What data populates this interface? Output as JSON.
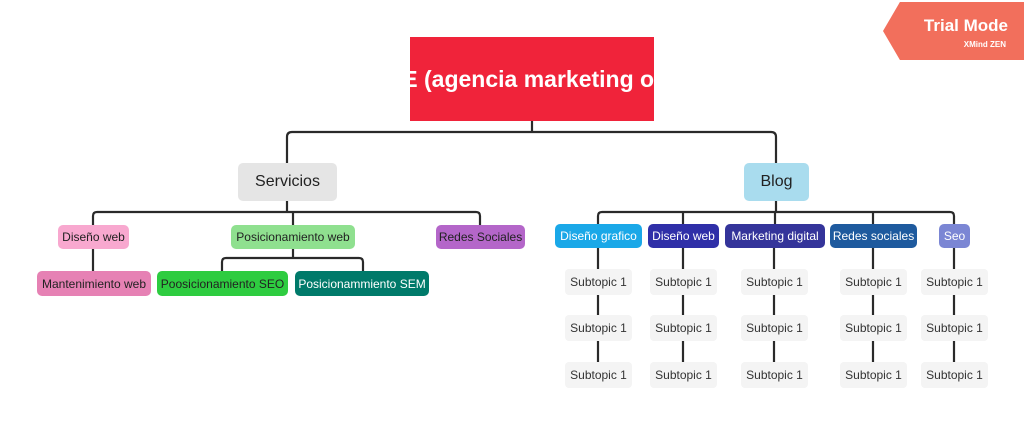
{
  "root": {
    "label": "HOME (agencia marketing online)"
  },
  "branches": {
    "servicios": {
      "label": "Servicios",
      "children": [
        {
          "label": "Diseño web",
          "children": [
            {
              "label": "Mantenimiento web"
            }
          ]
        },
        {
          "label": "Posicionamiento web",
          "children": [
            {
              "label": "Poosicionamiento SEO"
            },
            {
              "label": "Posicionammiento SEM"
            }
          ]
        },
        {
          "label": "Redes Sociales"
        }
      ]
    },
    "blog": {
      "label": "Blog",
      "children": [
        {
          "label": "Diseño grafico",
          "children": []
        },
        {
          "label": "Diseño web",
          "children": [
            "Subtopic 1",
            "Subtopic 1",
            "Subtopic 1"
          ]
        },
        {
          "label": "Marketing digital",
          "children": [
            "Subtopic 1",
            "Subtopic 1",
            "Subtopic 1"
          ]
        },
        {
          "label": "Redes sociales",
          "children": [
            "Subtopic 1",
            "Subtopic 1",
            "Subtopic 1"
          ]
        },
        {
          "label": "Seo",
          "children": [
            "Subtopic 1",
            "Subtopic 1",
            "Subtopic 1"
          ]
        }
      ],
      "extra_column": [
        "Subtopic 1",
        "Subtopic 1",
        "Subtopic 1"
      ]
    }
  },
  "watermark": {
    "title": "Trial Mode",
    "brand": "XMind ZEN"
  },
  "colors": {
    "root": "#f0233a",
    "servicios": "#e5e5e5",
    "blog": "#a9dcee",
    "diseno_web_serv": "#f8a8cf",
    "mantenimiento": "#e681b4",
    "posicionamiento": "#8fe08f",
    "seo_green": "#2ecc40",
    "sem_teal": "#007a6a",
    "redes_serv": "#b466c9",
    "diseno_grafico": "#1aa8e8",
    "diseno_web_blog": "#2f2fa8",
    "marketing_digital": "#34349a",
    "redes_blog": "#1e5a9e",
    "seo_blog": "#7b86d4",
    "watermark": "#f26f5c"
  }
}
